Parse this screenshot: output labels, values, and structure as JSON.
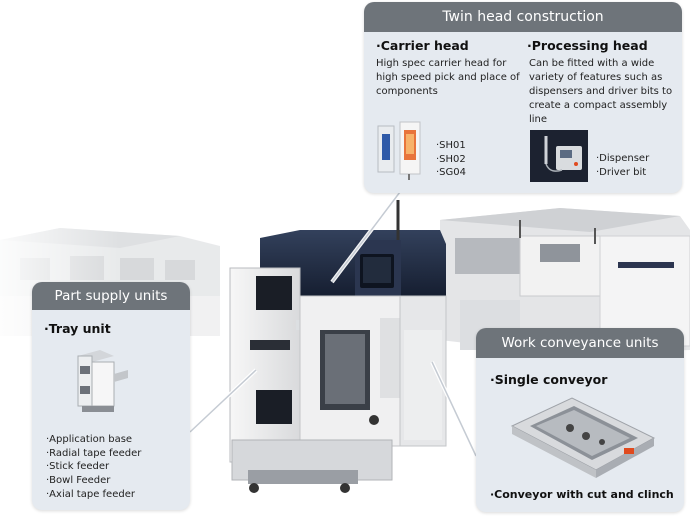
{
  "twin_head": {
    "title": "Twin head construction",
    "carrier": {
      "heading": "·Carrier head",
      "description": "High spec carrier head for high speed pick and place of components",
      "items": [
        "·SH01",
        "·SH02",
        "·SG04"
      ]
    },
    "processing": {
      "heading": "·Processing head",
      "description": "Can be fitted with a wide variety of features such as dispensers and driver bits to create a compact assembly line",
      "items": [
        "·Dispenser",
        "·Driver bit"
      ]
    }
  },
  "part_supply": {
    "title": "Part supply units",
    "heading": "·Tray unit",
    "items": [
      "·Application base",
      "·Radial tape feeder",
      "·Stick feeder",
      "·Bowl Feeder",
      "·Axial tape feeder"
    ]
  },
  "work_conveyance": {
    "title": "Work conveyance units",
    "heading": "·Single conveyor",
    "footer": "·Conveyor with cut and clinch"
  },
  "colors": {
    "panel_bg": "#e5eaf0",
    "header_bg": "#6e747a",
    "machine_white": "#eeeff0",
    "machine_navy": "#1f2c44",
    "accent_red": "#e04a1e"
  }
}
